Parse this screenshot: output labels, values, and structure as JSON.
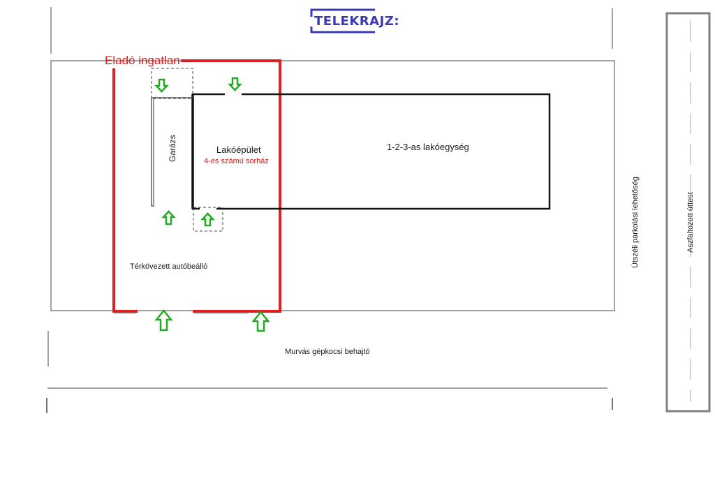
{
  "title": "TELEKRAJZ:",
  "property_label": "Eladó ingatlan",
  "garage_label": "Garázs",
  "building_label": "Lakóépület",
  "building_sublabel": "4-es számú sorház",
  "units_label": "1-2-3-as lakóegység",
  "driveway_label": "Térkövezett autóbeálló",
  "gravel_label": "Murvás gépkocsi behajtó",
  "parking_label": "Útszéli parkolási lehetőség",
  "road_label": "Aszfaltozott úttest",
  "colors": {
    "title": "#3a3ab4",
    "property": "#e02020",
    "arrow": "#22aa22",
    "outline": "#333333",
    "sublabel": "#d02020"
  }
}
